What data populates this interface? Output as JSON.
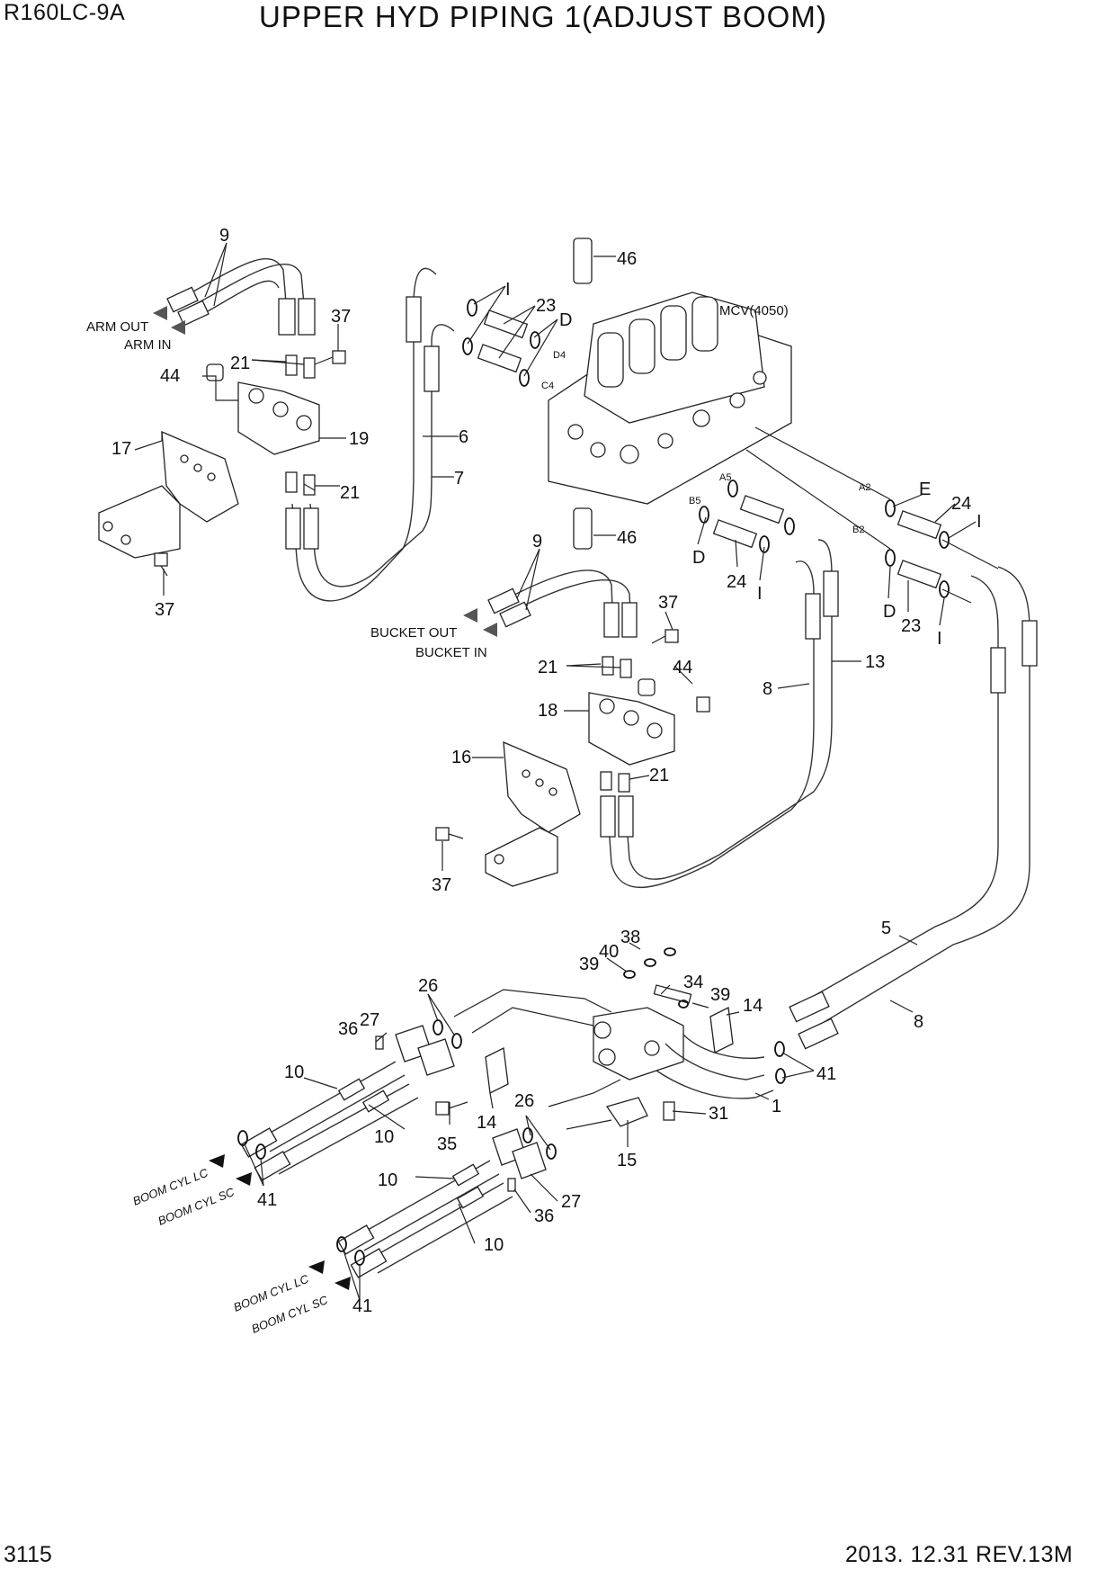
{
  "header": {
    "model": "R160LC-9A",
    "title": "UPPER HYD PIPING 1(ADJUST BOOM)"
  },
  "footer": {
    "page_number": "3115",
    "revision": "2013. 12.31  REV.13M"
  },
  "diagram": {
    "component_label": "MCV(4050)",
    "flow_labels": {
      "arm_out": "ARM OUT",
      "arm_in": "ARM IN",
      "bucket_out": "BUCKET OUT",
      "bucket_in": "BUCKET IN",
      "boom_cyl_lc_1": "BOOM CYL LC",
      "boom_cyl_sc_1": "BOOM CYL SC",
      "boom_cyl_lc_2": "BOOM CYL LC",
      "boom_cyl_sc_2": "BOOM CYL SC"
    },
    "port_labels": {
      "d4": "D4",
      "c4": "C4",
      "a5": "A5",
      "b5": "B5",
      "a2": "A2",
      "b2": "B2"
    },
    "callouts": {
      "c9a": "9",
      "c37a": "37",
      "c44a": "44",
      "c21a": "21",
      "c17": "17",
      "c19": "19",
      "c21b": "21",
      "c37b": "37",
      "c6": "6",
      "c7": "7",
      "c46a": "46",
      "cIa": "I",
      "c23a": "23",
      "cDa": "D",
      "c46b": "46",
      "cDb": "D",
      "c24a": "24",
      "cIb": "I",
      "cE": "E",
      "c24b": "24",
      "cIc": "I",
      "cDc": "D",
      "c23b": "23",
      "cId": "I",
      "c9b": "9",
      "c37c": "37",
      "c21c": "21",
      "c44b": "44",
      "c18": "18",
      "c16": "16",
      "c21d": "21",
      "c37d": "37",
      "c8a": "8",
      "c13": "13",
      "c5": "5",
      "c8b": "8",
      "c38": "38",
      "c40": "40",
      "c39a": "39",
      "c34": "34",
      "c39b": "39",
      "c14a": "14",
      "c26a": "26",
      "c27a": "27",
      "c36a": "36",
      "c10a": "10",
      "c10b": "10",
      "c41a": "41",
      "c35": "35",
      "c14b": "14",
      "c26b": "26",
      "c15": "15",
      "c31": "31",
      "c1": "1",
      "c41b": "41",
      "c10c": "10",
      "c27b": "27",
      "c36b": "36",
      "c10d": "10",
      "c41c": "41"
    }
  }
}
